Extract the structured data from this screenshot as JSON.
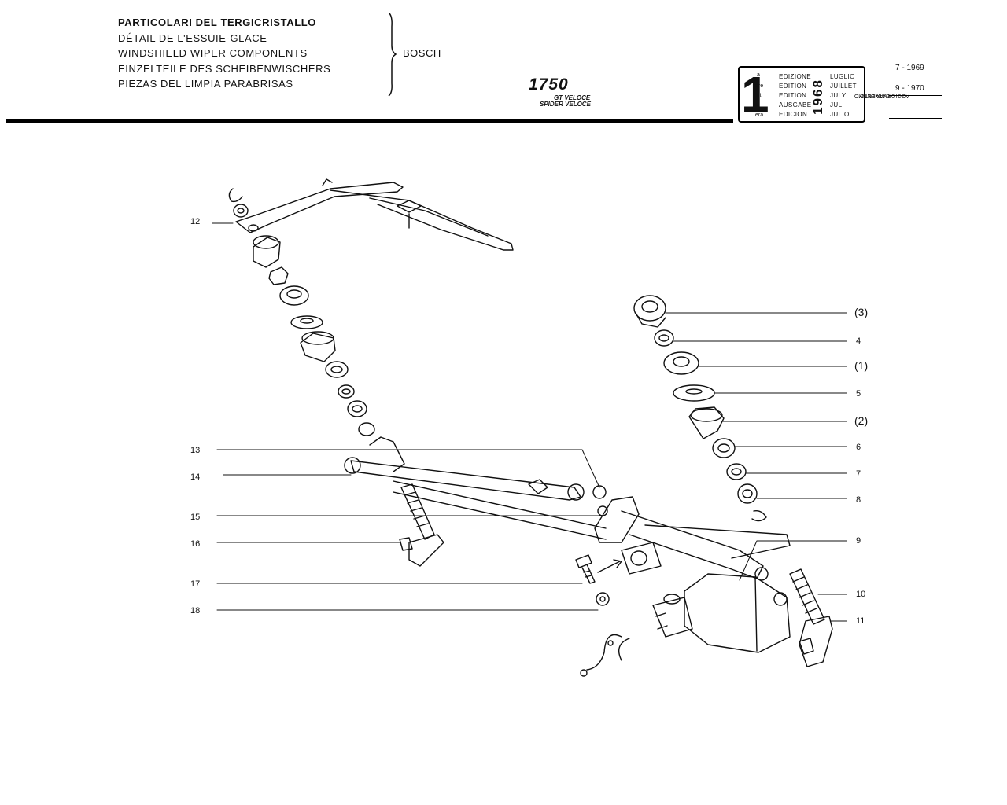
{
  "header": {
    "titles": [
      "PARTICOLARI DEL TERGICRISTALLO",
      "DÉTAIL DE L'ESSUIE-GLACE",
      "WINDSHIELD WIPER COMPONENTS",
      "EINZELTEILE DES SCHEIBENWISCHERS",
      "PIEZAS DEL LIMPIA PARABRISAS"
    ],
    "brand": "BOSCH",
    "model": "1750",
    "model_variants": [
      "GT VELOCE",
      "SPIDER VELOCE"
    ]
  },
  "edition": {
    "number": "1",
    "suffixes": [
      "a",
      "ere",
      "st",
      ".",
      "era"
    ],
    "labels": [
      "EDIZIONE",
      "EDITION",
      "EDITION",
      "AUSGABE",
      "EDICION"
    ],
    "months": [
      "LUGLIO",
      "JUILLET",
      "JULY",
      "JULI",
      "JULIO"
    ],
    "year": "1968",
    "update_label_1": "DATA ULTIMO",
    "update_label_2": "AGGIORNAMENTO",
    "update_dates": [
      "7 - 1969",
      "9 - 1970",
      ""
    ]
  },
  "callouts": {
    "left": [
      "12",
      "13",
      "14",
      "15",
      "16",
      "17",
      "18"
    ],
    "right": [
      "(3)",
      "4",
      "(1)",
      "5",
      "(2)",
      "6",
      "7",
      "8",
      "9",
      "10",
      "11"
    ]
  },
  "colors": {
    "ink": "#111111",
    "paper": "#ffffff"
  }
}
